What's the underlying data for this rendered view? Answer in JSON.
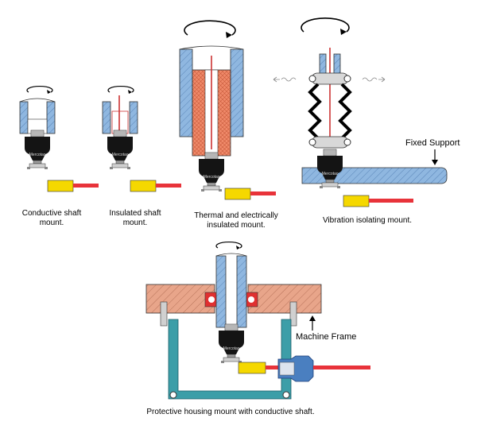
{
  "captions": {
    "conductive_1": "Conductive shaft",
    "conductive_2": "mount.",
    "insulated_1": "Insulated shaft",
    "insulated_2": "mount.",
    "thermal_1": "Thermal and electrically",
    "thermal_2": "insulated mount.",
    "vibration": "Vibration isolating mount.",
    "protective": "Protective housing mount with conductive shaft."
  },
  "labels": {
    "fixed_support": "Fixed Support",
    "machine_frame": "Machine Frame"
  },
  "connector_brand": "Mercotac",
  "colors": {
    "shaft_blue": "#8fb7e0",
    "insulation_orange": "#f08a6a",
    "frame_wood": "#e8a58a",
    "housing_teal": "#3c9ea8",
    "connector_black": "#141414",
    "terminal_yellow": "#f5d800",
    "wire_red": "#e8333a",
    "bearing_red": "#e03030",
    "fitting_blue": "#4a7fc0"
  }
}
